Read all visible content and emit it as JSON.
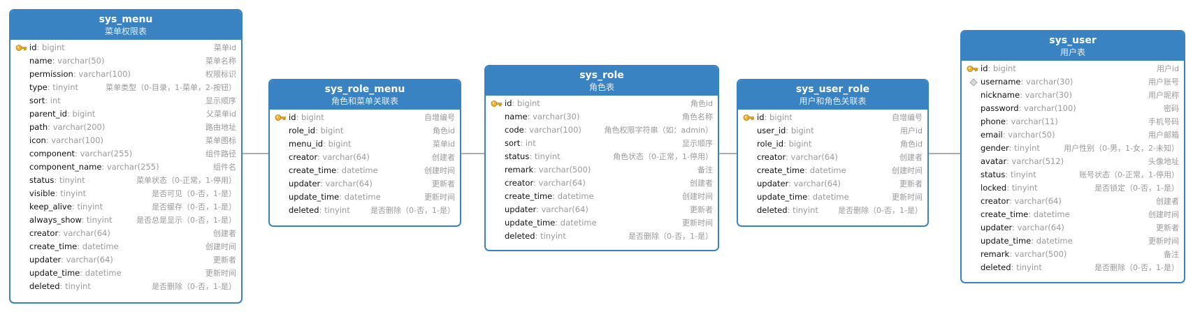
{
  "colors": {
    "header": "#3a83c3",
    "border": "#3a83c3",
    "type_text": "#9a9a9a",
    "key_icon": "#f2b32a"
  },
  "tables": [
    {
      "name": "sys_menu",
      "comment": "菜单权限表",
      "fields": [
        {
          "name": "id",
          "type": "bigint",
          "comment": "菜单id",
          "icon": "key-icon"
        },
        {
          "name": "name",
          "type": "varchar(50)",
          "comment": "菜单名称"
        },
        {
          "name": "permission",
          "type": "varchar(100)",
          "comment": "权限标识"
        },
        {
          "name": "type",
          "type": "tinyint",
          "comment": "菜单类型（0-目录，1-菜单，2-按钮）"
        },
        {
          "name": "sort",
          "type": "int",
          "comment": "显示顺序"
        },
        {
          "name": "parent_id",
          "type": "bigint",
          "comment": "父菜单id"
        },
        {
          "name": "path",
          "type": "varchar(200)",
          "comment": "路由地址"
        },
        {
          "name": "icon",
          "type": "varchar(100)",
          "comment": "菜单图标"
        },
        {
          "name": "component",
          "type": "varchar(255)",
          "comment": "组件路径"
        },
        {
          "name": "component_name",
          "type": "varchar(255)",
          "comment": "组件名"
        },
        {
          "name": "status",
          "type": "tinyint",
          "comment": "菜单状态（0-正常，1-停用）"
        },
        {
          "name": "visible",
          "type": "tinyint",
          "comment": "是否可见（0-否，1-是）"
        },
        {
          "name": "keep_alive",
          "type": "tinyint",
          "comment": "是否缓存（0-否，1-是）"
        },
        {
          "name": "always_show",
          "type": "tinyint",
          "comment": "是否总是显示（0-否，1-是）"
        },
        {
          "name": "creator",
          "type": "varchar(64)",
          "comment": "创建者"
        },
        {
          "name": "create_time",
          "type": "datetime",
          "comment": "创建时间"
        },
        {
          "name": "updater",
          "type": "varchar(64)",
          "comment": "更新者"
        },
        {
          "name": "update_time",
          "type": "datetime",
          "comment": "更新时间"
        },
        {
          "name": "deleted",
          "type": "tinyint",
          "comment": "是否删除（0-否，1-是）"
        }
      ]
    },
    {
      "name": "sys_role_menu",
      "comment": "角色和菜单关联表",
      "fields": [
        {
          "name": "id",
          "type": "bigint",
          "comment": "自增编号",
          "icon": "key-icon"
        },
        {
          "name": "role_id",
          "type": "bigint",
          "comment": "角色id"
        },
        {
          "name": "menu_id",
          "type": "bigint",
          "comment": "菜单id"
        },
        {
          "name": "creator",
          "type": "varchar(64)",
          "comment": "创建者"
        },
        {
          "name": "create_time",
          "type": "datetime",
          "comment": "创建时间"
        },
        {
          "name": "updater",
          "type": "varchar(64)",
          "comment": "更新者"
        },
        {
          "name": "update_time",
          "type": "datetime",
          "comment": "更新时间"
        },
        {
          "name": "deleted",
          "type": "tinyint",
          "comment": "是否删除（0-否，1-是）"
        }
      ]
    },
    {
      "name": "sys_role",
      "comment": "角色表",
      "fields": [
        {
          "name": "id",
          "type": "bigint",
          "comment": "角色id",
          "icon": "key-icon"
        },
        {
          "name": "name",
          "type": "varchar(30)",
          "comment": "角色名称"
        },
        {
          "name": "code",
          "type": "varchar(100)",
          "comment": "角色权限字符串（如：admin）"
        },
        {
          "name": "sort",
          "type": "int",
          "comment": "显示顺序"
        },
        {
          "name": "status",
          "type": "tinyint",
          "comment": "角色状态（0-正常，1-停用）"
        },
        {
          "name": "remark",
          "type": "varchar(500)",
          "comment": "备注"
        },
        {
          "name": "creator",
          "type": "varchar(64)",
          "comment": "创建者"
        },
        {
          "name": "create_time",
          "type": "datetime",
          "comment": "创建时间"
        },
        {
          "name": "updater",
          "type": "varchar(64)",
          "comment": "更新者"
        },
        {
          "name": "update_time",
          "type": "datetime",
          "comment": "更新时间"
        },
        {
          "name": "deleted",
          "type": "tinyint",
          "comment": "是否删除（0-否，1-是）"
        }
      ]
    },
    {
      "name": "sys_user_role",
      "comment": "用户和角色关联表",
      "fields": [
        {
          "name": "id",
          "type": "bigint",
          "comment": "自增编号",
          "icon": "key-icon"
        },
        {
          "name": "user_id",
          "type": "bigint",
          "comment": "用户id"
        },
        {
          "name": "role_id",
          "type": "bigint",
          "comment": "角色id"
        },
        {
          "name": "creator",
          "type": "varchar(64)",
          "comment": "创建者"
        },
        {
          "name": "create_time",
          "type": "datetime",
          "comment": "创建时间"
        },
        {
          "name": "updater",
          "type": "varchar(64)",
          "comment": "更新者"
        },
        {
          "name": "update_time",
          "type": "datetime",
          "comment": "更新时间"
        },
        {
          "name": "deleted",
          "type": "tinyint",
          "comment": "是否删除（0-否，1-是）"
        }
      ]
    },
    {
      "name": "sys_user",
      "comment": "用户表",
      "fields": [
        {
          "name": "id",
          "type": "bigint",
          "comment": "用户id",
          "icon": "key-icon"
        },
        {
          "name": "username",
          "type": "varchar(30)",
          "comment": "用户账号",
          "icon": "unique-index-icon"
        },
        {
          "name": "nickname",
          "type": "varchar(30)",
          "comment": "用户昵称"
        },
        {
          "name": "password",
          "type": "varchar(100)",
          "comment": "密码"
        },
        {
          "name": "phone",
          "type": "varchar(11)",
          "comment": "手机号码"
        },
        {
          "name": "email",
          "type": "varchar(50)",
          "comment": "用户邮箱"
        },
        {
          "name": "gender",
          "type": "tinyint",
          "comment": "用户性别（0-男，1-女，2-未知）"
        },
        {
          "name": "avatar",
          "type": "varchar(512)",
          "comment": "头像地址"
        },
        {
          "name": "status",
          "type": "tinyint",
          "comment": "账号状态（0-正常，1-停用）"
        },
        {
          "name": "locked",
          "type": "tinyint",
          "comment": "是否锁定（0-否，1-是）"
        },
        {
          "name": "creator",
          "type": "varchar(64)",
          "comment": "创建者"
        },
        {
          "name": "create_time",
          "type": "datetime",
          "comment": "创建时间"
        },
        {
          "name": "updater",
          "type": "varchar(64)",
          "comment": "更新者"
        },
        {
          "name": "update_time",
          "type": "datetime",
          "comment": "更新时间"
        },
        {
          "name": "remark",
          "type": "varchar(500)",
          "comment": "备注"
        },
        {
          "name": "deleted",
          "type": "tinyint",
          "comment": "是否删除（0-否，1-是）"
        }
      ]
    }
  ]
}
